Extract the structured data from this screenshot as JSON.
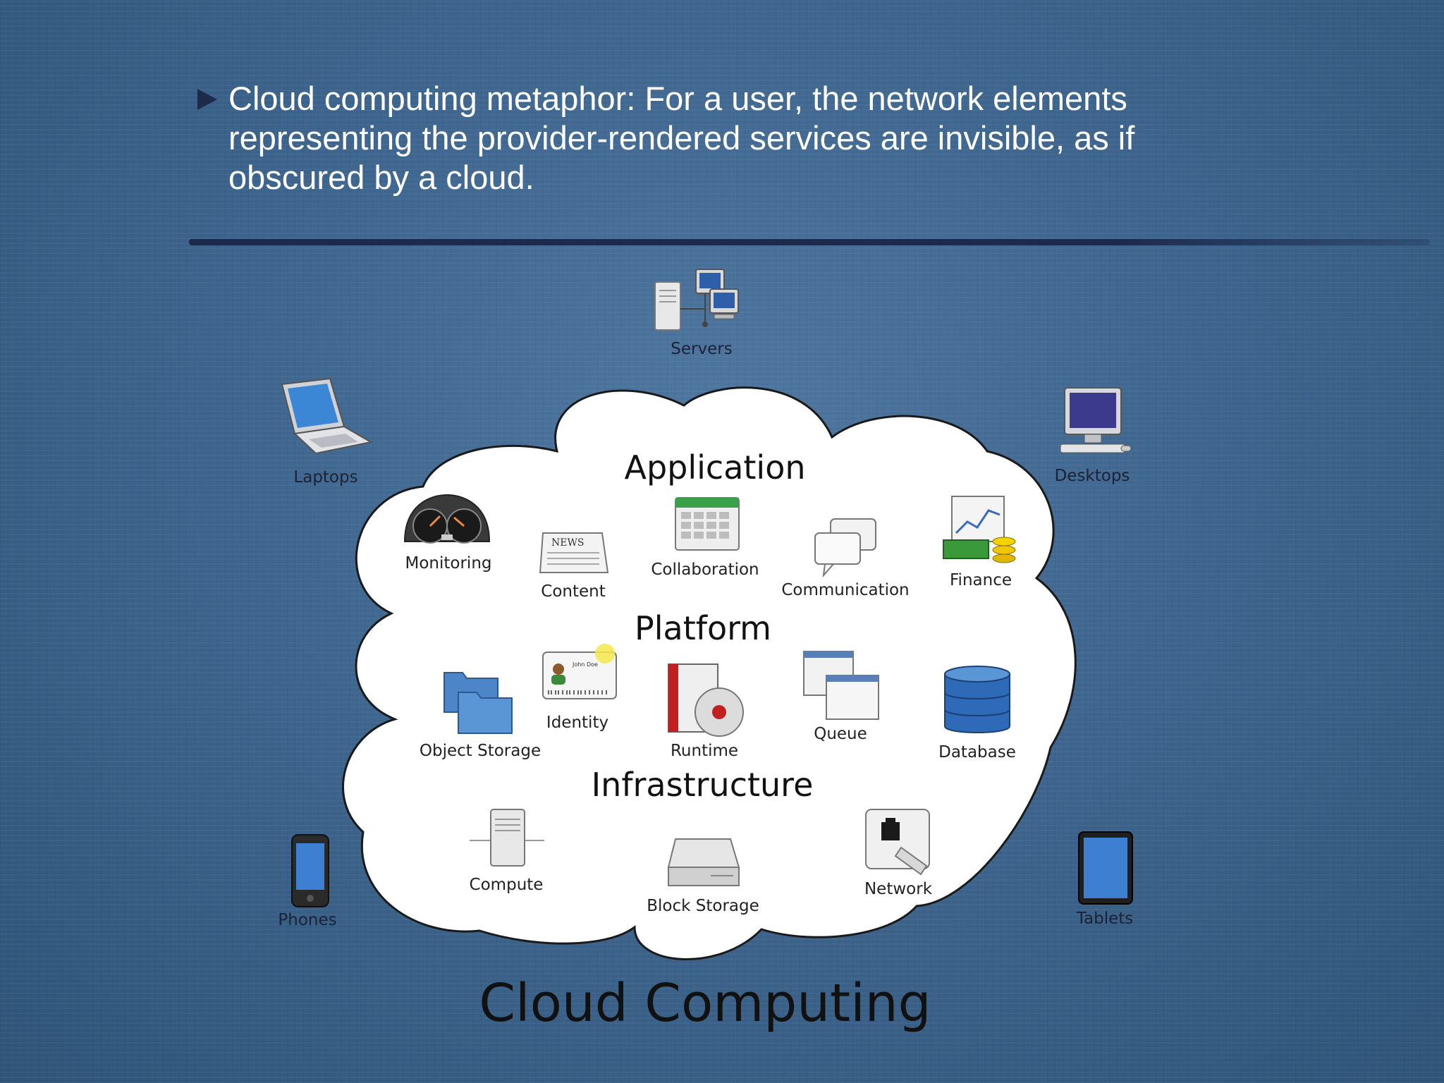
{
  "slide": {
    "bullet_text": "Cloud computing metaphor: For a user, the network elements representing the provider-rendered services are invisible, as if obscured by a cloud."
  },
  "diagram": {
    "sections": {
      "application": "Application",
      "platform": "Platform",
      "infrastructure": "Infrastructure"
    },
    "devices": {
      "servers": "Servers",
      "laptops": "Laptops",
      "desktops": "Desktops",
      "phones": "Phones",
      "tablets": "Tablets"
    },
    "application_items": {
      "monitoring": "Monitoring",
      "content": "Content",
      "collaboration": "Collaboration",
      "communication": "Communication",
      "finance": "Finance"
    },
    "platform_items": {
      "object_storage": "Object Storage",
      "identity": "Identity",
      "runtime": "Runtime",
      "queue": "Queue",
      "database": "Database"
    },
    "infrastructure_items": {
      "compute": "Compute",
      "block_storage": "Block Storage",
      "network": "Network"
    },
    "icon_texts": {
      "news": "NEWS",
      "id_name": "John Doe"
    },
    "caption": "Cloud Computing"
  },
  "colors": {
    "background": "#3f668f",
    "cloud_fill": "#ffffff",
    "bullet_arrow": "#1e2a4a",
    "rule": "#1d2a4c"
  }
}
